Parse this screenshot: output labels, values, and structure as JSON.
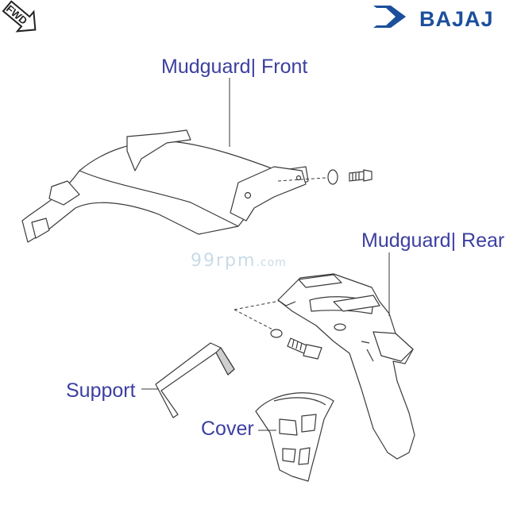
{
  "brand": {
    "name": "BAJAJ",
    "color": "#1b4f9c"
  },
  "direction_badge": {
    "text": "FWD",
    "icon": "forward-arrow-icon"
  },
  "watermark": {
    "main": "99rpm",
    "suffix": ".com"
  },
  "parts": {
    "front": "Mudguard| Front",
    "rear": "Mudguard| Rear",
    "support": "Support",
    "cover": "Cover"
  },
  "colors": {
    "label": "#3c3fa0",
    "line": "#3a3a3a"
  }
}
